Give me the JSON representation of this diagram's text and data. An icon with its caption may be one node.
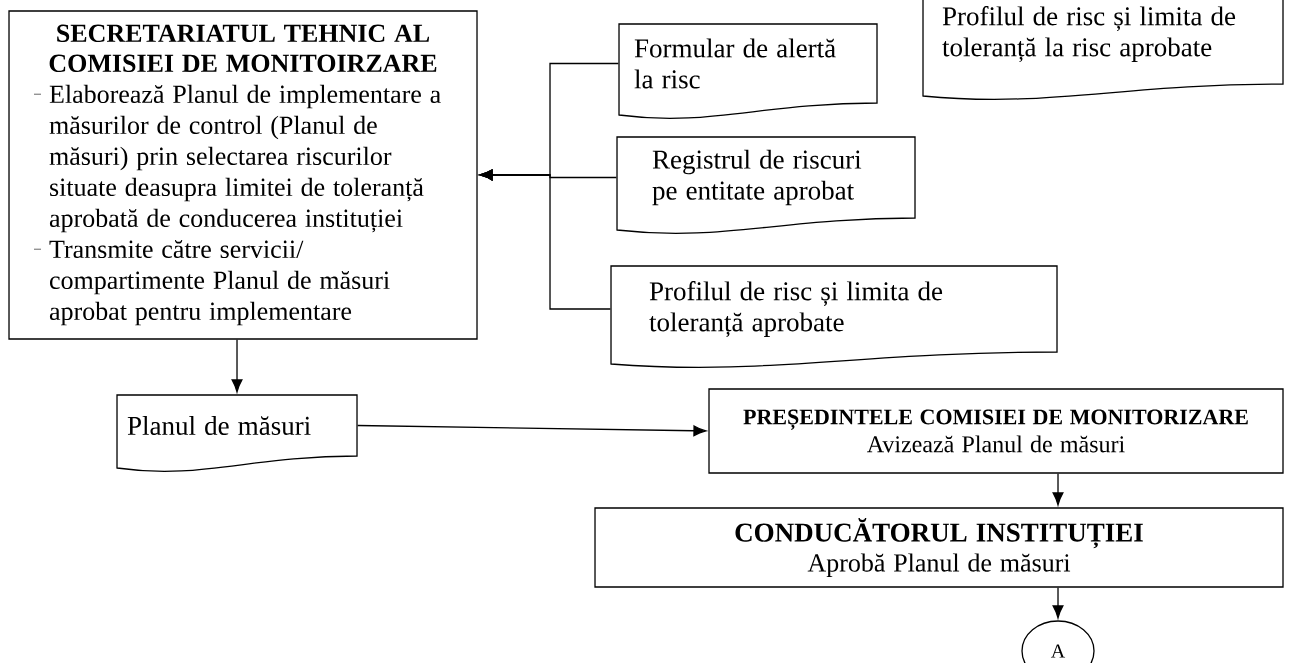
{
  "diagram": {
    "nodes": [
      {
        "text": [
          "SECRETARIATUL TEHNIC AL COMISIEI DE MONITOIRZARE",
          "Elaborează Planul de implementare a măsurilor de control (Planul de măsuri) prin selectarea riscurilor situate deasupra limitei de toleranță aprobată de conducerea instituției",
          "Transmite către servicii/ compartimente Planul de măsuri aprobat pentru implementare"
        ]
      },
      {
        "text": [
          "Formular de alertă la risc"
        ]
      },
      {
        "text": [
          "Registrul de riscuri pe entitate aprobat"
        ]
      },
      {
        "text": [
          "Profilul de risc și limita de toleranță aprobate"
        ]
      },
      {
        "text": [
          "Profilul de risc și limita de toleranță la risc aprobate"
        ]
      },
      {
        "text": [
          "Planul de măsuri"
        ]
      },
      {
        "text": [
          "PREȘEDINTELE COMISIEI DE MONITORIZARE",
          "Avizează Planul de măsuri"
        ]
      },
      {
        "text": [
          "CONDUCĂTORUL INSTITUȚIEI",
          "Aprobă Planul de măsuri"
        ]
      },
      {
        "text": [
          "A"
        ]
      }
    ],
    "edges": [
      {
        "from": 1,
        "to": 0,
        "arrow": "to"
      },
      {
        "from": 2,
        "to": 0,
        "arrow": "to"
      },
      {
        "from": 3,
        "to": 0,
        "arrow": "to"
      },
      {
        "from": 0,
        "to": 5,
        "arrow": "to"
      },
      {
        "from": 5,
        "to": 6,
        "arrow": "to"
      },
      {
        "from": 6,
        "to": 7,
        "arrow": "to"
      },
      {
        "from": 7,
        "to": 8,
        "arrow": "to"
      }
    ]
  }
}
